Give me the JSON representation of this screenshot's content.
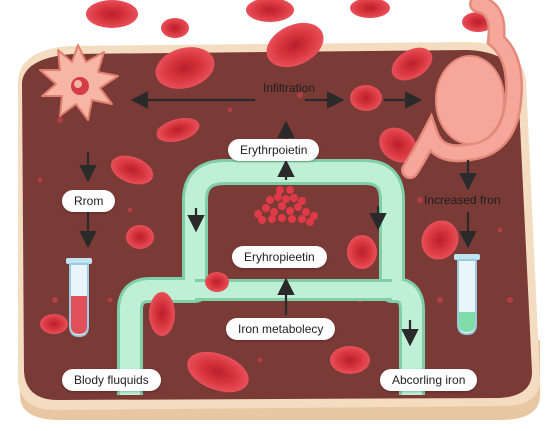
{
  "labels": {
    "infiltration": "Infiltration",
    "erythropoietin_top": "Erythrpoietin",
    "rrom": "Rrom",
    "erythropoietin_mid": "Eryhropieetin",
    "increased_fron": "Increased fron",
    "iron_metabolecy": "Iron metabolecy",
    "body_fluids": "Blody fluquids",
    "absorbing_iron": "Abcorling iron"
  },
  "colors": {
    "board": "#7a3a36",
    "board_edge": "#f3dcc0",
    "board_base": "#e9c7a2",
    "blood_cell": "#d8353f",
    "blood_cell_center": "#b8202c",
    "pipe": "#bff0d6",
    "pipe_edge": "#7fcfa8",
    "cell": "#f7b5a6",
    "stomach": "#f6a79a",
    "arrow": "#2a2a2a"
  },
  "icons": {
    "cell": "spiky-cell-icon",
    "stomach": "stomach-icon",
    "tube_left": "test-tube-icon",
    "tube_right": "test-tube-icon",
    "iron_pile": "iron-granules-icon",
    "blood_cells": "red-blood-cell-icon"
  }
}
